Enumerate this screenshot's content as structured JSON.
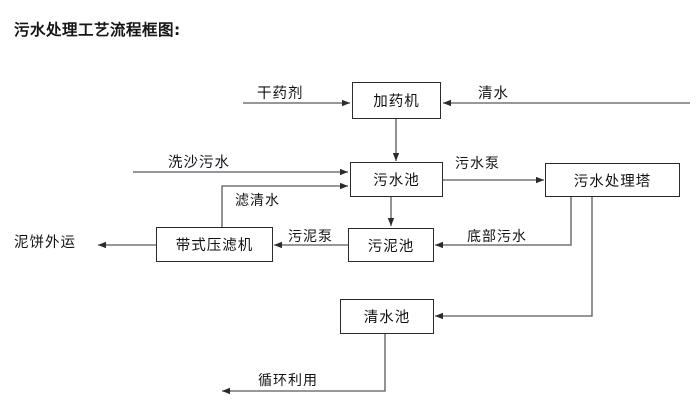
{
  "diagram": {
    "title": "污水处理工艺流程框图:",
    "nodes": [
      {
        "id": "dosing-machine",
        "label": "加药机"
      },
      {
        "id": "wastewater-pool",
        "label": "污水池"
      },
      {
        "id": "treatment-tower",
        "label": "污水处理塔"
      },
      {
        "id": "belt-filter-press",
        "label": "带式压滤机"
      },
      {
        "id": "sludge-pool",
        "label": "污泥池"
      },
      {
        "id": "clean-water-pool",
        "label": "清水池"
      }
    ],
    "io_labels": [
      {
        "id": "dry-chemical",
        "text": "干药剂"
      },
      {
        "id": "clean-water-input",
        "text": "清水"
      },
      {
        "id": "sand-wash-sewage",
        "text": "洗沙污水"
      },
      {
        "id": "mud-cake-transport",
        "text": "泥饼外运"
      }
    ],
    "edge_labels": [
      {
        "id": "sewage-pump",
        "text": "污水泵"
      },
      {
        "id": "filtered-water",
        "text": "滤清水"
      },
      {
        "id": "sludge-pump",
        "text": "污泥泵"
      },
      {
        "id": "bottom-sewage",
        "text": "底部污水"
      },
      {
        "id": "recycle-reuse",
        "text": "循环利用"
      }
    ]
  }
}
